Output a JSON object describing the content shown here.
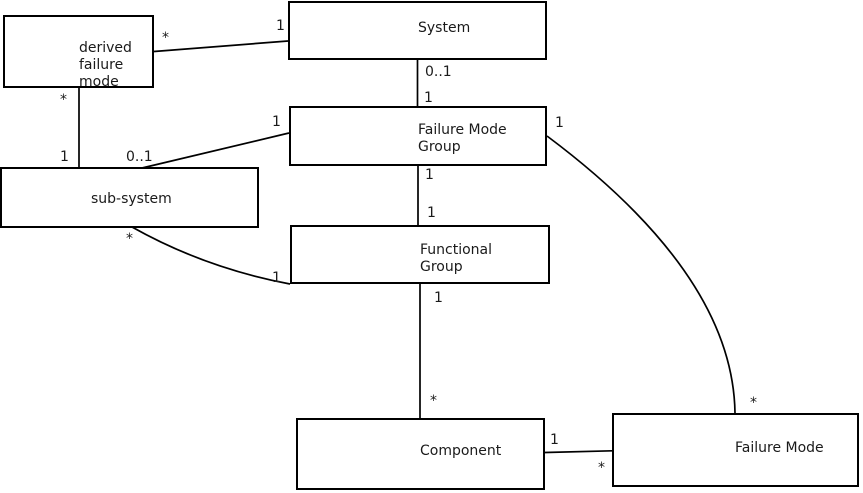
{
  "diagram": {
    "type": "uml-class-association-diagram",
    "colors": {
      "background": "#ffffff",
      "box_fill": "#ffffff",
      "box_border": "#000000",
      "line": "#000000",
      "text": "#1a1a1a"
    },
    "boxes": {
      "derived_failure_mode": {
        "label": "derived\nfailure\nmode"
      },
      "system": {
        "label": "System"
      },
      "failure_mode_group": {
        "label": "Failure Mode\nGroup"
      },
      "sub_system": {
        "label": "sub-system"
      },
      "functional_group": {
        "label": "Functional\nGroup"
      },
      "component": {
        "label": "Component"
      },
      "failure_mode": {
        "label": "Failure Mode"
      }
    },
    "associations": [
      {
        "from": "derived failure mode",
        "to": "System",
        "from_mult": "*",
        "to_mult": "1"
      },
      {
        "from": "derived failure mode",
        "to": "sub-system",
        "from_mult": "*",
        "to_mult": "1"
      },
      {
        "from": "System",
        "to": "Failure Mode Group",
        "from_mult": "0..1",
        "to_mult": "1"
      },
      {
        "from": "Failure Mode Group",
        "to": "sub-system",
        "from_mult": "1",
        "to_mult": "0..1"
      },
      {
        "from": "Failure Mode Group",
        "to": "Functional Group",
        "from_mult": "1",
        "to_mult": "1"
      },
      {
        "from": "sub-system",
        "to": "Functional Group",
        "from_mult": "*",
        "to_mult": "1"
      },
      {
        "from": "Functional Group",
        "to": "Component",
        "from_mult": "1",
        "to_mult": "*"
      },
      {
        "from": "Component",
        "to": "Failure Mode",
        "from_mult": "1",
        "to_mult": "*"
      },
      {
        "from": "Failure Mode Group",
        "to": "Failure Mode",
        "from_mult": "1",
        "to_mult": "*"
      }
    ]
  }
}
